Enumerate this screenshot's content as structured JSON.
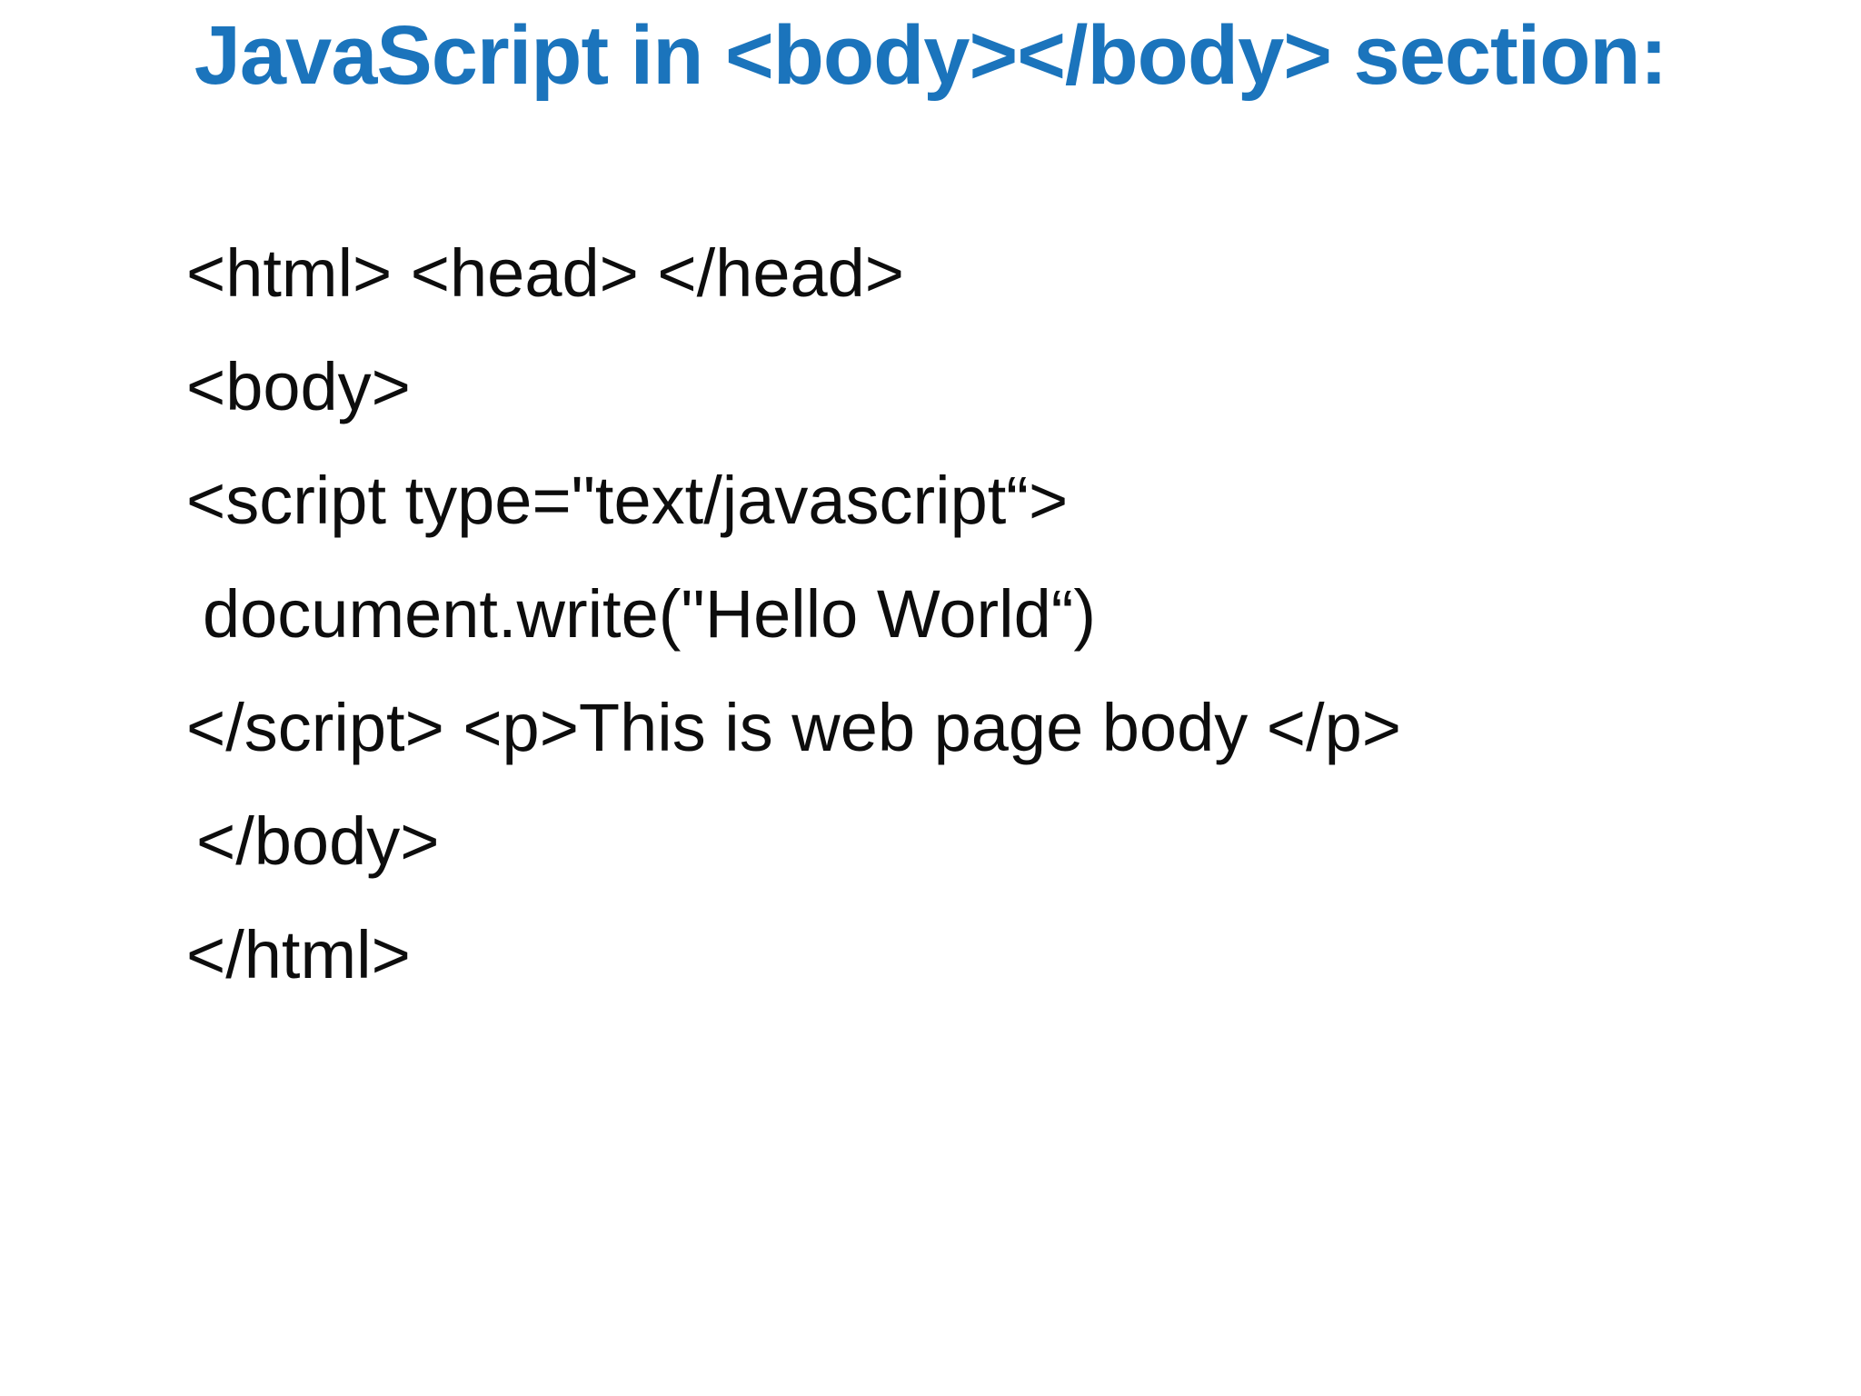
{
  "title": "JavaScript in <body></body> section:",
  "colors": {
    "title": "#1b74bc",
    "text": "#0d0d0d",
    "background": "#ffffff"
  },
  "code_lines": [
    {
      "text": "<html> <head> </head>",
      "indent": 0
    },
    {
      "text": "<body>",
      "indent": 0
    },
    {
      "text": "<script type=\"text/javascript“>",
      "indent": 0
    },
    {
      "text": "document.write(\"Hello World“)",
      "indent": 1
    },
    {
      "text": "</script> <p>This is web page body </p>",
      "indent": 0
    },
    {
      "text": "</body>",
      "indent": 2
    },
    {
      "text": "</html>",
      "indent": 0
    }
  ]
}
